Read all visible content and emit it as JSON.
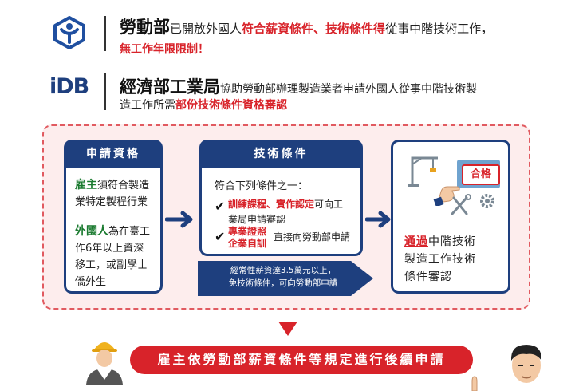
{
  "mol": {
    "agency_name": "勞動部",
    "text_pre": "已開放外國人",
    "highlight_1": "符合薪資條件",
    "separator": "、",
    "highlight_2": "技術條件得",
    "text_post": "從事中階技術工作，",
    "emphasis": "無工作年限限制！"
  },
  "moea": {
    "logo_text": "iDB",
    "agency_name": "經濟部工業局",
    "text_1": "協助勞動部辦理製造業者申請外國人從事中階技術製",
    "text_2a": "造工作所需",
    "highlight": "部份技術條件資格審認"
  },
  "qualification": {
    "title": "申請資格",
    "employer_label": "雇主",
    "employer_text_a": "須符合製造",
    "employer_text_b": "業特定製程行業",
    "foreigner_label": "外國人",
    "foreigner_text_a": "為在臺工",
    "foreigner_text_b": "作6年以上資深",
    "foreigner_text_c": "移工，或副學士",
    "foreigner_text_d": "僑外生"
  },
  "technical": {
    "title": "技術條件",
    "intro": "符合下列條件之一：",
    "option1_red": "訓練課程、實作認定",
    "option1_text_a": "可向工",
    "option1_text_b": "業局申請審認",
    "option2_red_a": "專業證照",
    "option2_red_b": "企業自訓",
    "option2_text": "直接向勞動部申請"
  },
  "salary_note": {
    "line1": "經常性薪資達3.5萬元以上，",
    "line2": "免技術條件，可向勞動部申請"
  },
  "approval": {
    "badge": "合格",
    "pass_word": "通過",
    "text_a": "中階技術",
    "text_b": "製造工作技術",
    "text_c": "條件審認"
  },
  "bottom": {
    "text": "雇主依勞動部薪資條件等規定進行後續申請"
  },
  "colors": {
    "navy": "#1e3f7e",
    "red": "#d8232a",
    "pink_bg": "#fdeded"
  }
}
